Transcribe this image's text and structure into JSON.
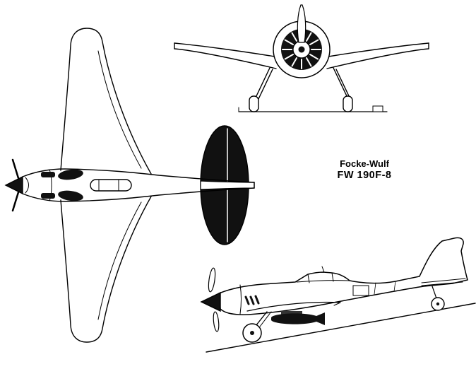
{
  "page": {
    "background": "#ffffff",
    "ink": "#000000",
    "dark_fill": "#111111"
  },
  "title_block": {
    "line1": "Focke-Wulf",
    "line2": "FW 190F-8"
  },
  "drawings": [
    {
      "name": "top-view-drawing"
    },
    {
      "name": "front-view-drawing"
    },
    {
      "name": "side-view-drawing"
    }
  ]
}
